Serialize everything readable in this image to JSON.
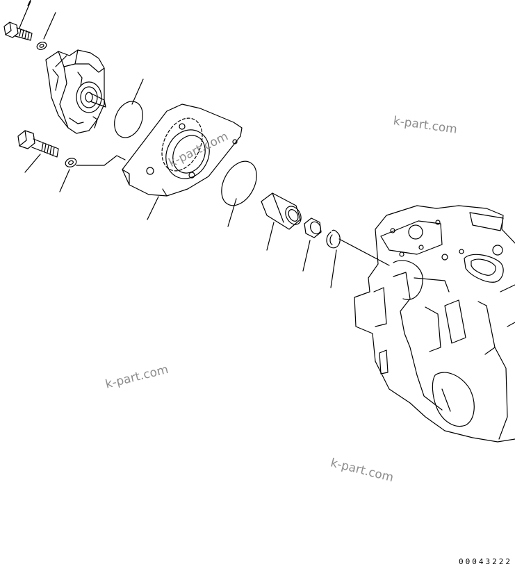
{
  "watermarks": {
    "w1": "k-part.com",
    "w2": "k-part.com",
    "w3": "k-part.com",
    "w4": "k-part.com"
  },
  "drawing_code": "00043222"
}
